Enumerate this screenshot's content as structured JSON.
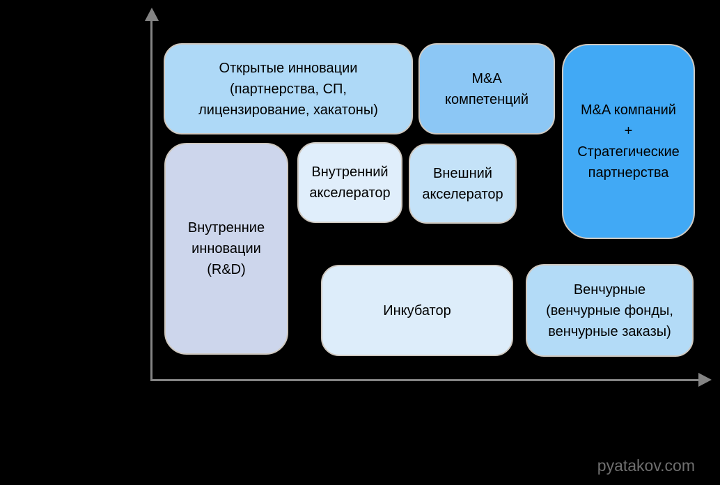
{
  "diagram": {
    "background_color": "#000000",
    "axis_color": "#848484",
    "box_border_color": "#CFC9C1",
    "text_color": "#000000",
    "boxes": [
      {
        "id": "open-innovation",
        "label": "Открытые инновации\n(партнерства, СП,\nлицензирование, хакатоны)",
        "fill": "#AED9F7"
      },
      {
        "id": "ma-competencies",
        "label": "M&A\nкомпетенций",
        "fill": "#8CC7F5"
      },
      {
        "id": "ma-companies",
        "label": "M&A компаний\n+\nСтратегические\nпартнерства",
        "fill": "#41A9F5"
      },
      {
        "id": "internal-innovation",
        "label": "Внутренние\nинновации\n(R&D)",
        "fill": "#CDD6EC"
      },
      {
        "id": "internal-accelerator",
        "label": "Внутренний\nакселератор",
        "fill": "#E0EEFB"
      },
      {
        "id": "external-accelerator",
        "label": "Внешний\nакселератор",
        "fill": "#C4E2F8"
      },
      {
        "id": "incubator",
        "label": "Инкубатор",
        "fill": "#DDEDFA"
      },
      {
        "id": "venture",
        "label": "Венчурные\n(венчурные фонды,\nвенчурные заказы)",
        "fill": "#B3DBF7"
      }
    ],
    "watermark": {
      "text": "pyatakov.com",
      "color": "#6F6F6F"
    }
  }
}
